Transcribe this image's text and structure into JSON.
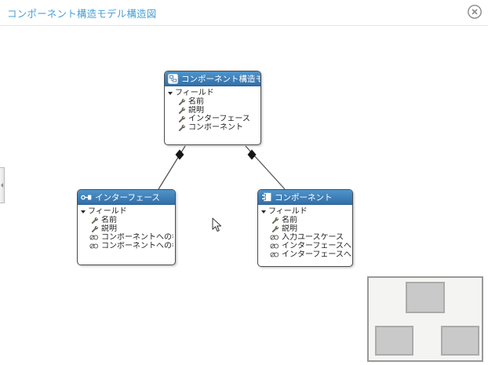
{
  "page": {
    "title": "コンポーネント構造モデル構造図"
  },
  "entities": [
    {
      "id": "component-structure-model",
      "title": "コンポーネント構造モデル",
      "header_icon": "model-icon",
      "group_label": "フィールド",
      "fields": [
        {
          "label": "名前",
          "icon": "wrench"
        },
        {
          "label": "説明",
          "icon": "wrench"
        },
        {
          "label": "インターフェース",
          "icon": "wrench"
        },
        {
          "label": "コンポーネント",
          "icon": "wrench"
        }
      ]
    },
    {
      "id": "interface",
      "title": "インターフェース",
      "header_icon": "interface-icon",
      "group_label": "フィールド",
      "fields": [
        {
          "label": "名前",
          "icon": "wrench"
        },
        {
          "label": "説明",
          "icon": "wrench"
        },
        {
          "label": "コンポーネントへの参照",
          "icon": "reference"
        },
        {
          "label": "コンポーネントへの参照",
          "icon": "reference"
        }
      ]
    },
    {
      "id": "component",
      "title": "コンポーネント",
      "header_icon": "component-icon",
      "group_label": "フィールド",
      "fields": [
        {
          "label": "名前",
          "icon": "wrench"
        },
        {
          "label": "説明",
          "icon": "wrench"
        },
        {
          "label": "入力ユースケース",
          "icon": "reference"
        },
        {
          "label": "インターフェースへの参照",
          "icon": "reference"
        },
        {
          "label": "インターフェースへの参照",
          "icon": "reference"
        }
      ]
    }
  ],
  "connections": [
    {
      "from": "component-structure-model",
      "to": "interface",
      "end_decoration": "filled-diamond"
    },
    {
      "from": "component-structure-model",
      "to": "component",
      "end_decoration": "filled-diamond"
    }
  ],
  "colors": {
    "title_text": "#4aa0d6",
    "entity_header_top": "#4e94cb",
    "entity_header_bottom": "#336fa8",
    "entity_border": "#4b4b4b",
    "connection_line": "#4d4d4d",
    "minimap_background": "#f4f4f2",
    "minimap_node": "#c9c9c9"
  }
}
